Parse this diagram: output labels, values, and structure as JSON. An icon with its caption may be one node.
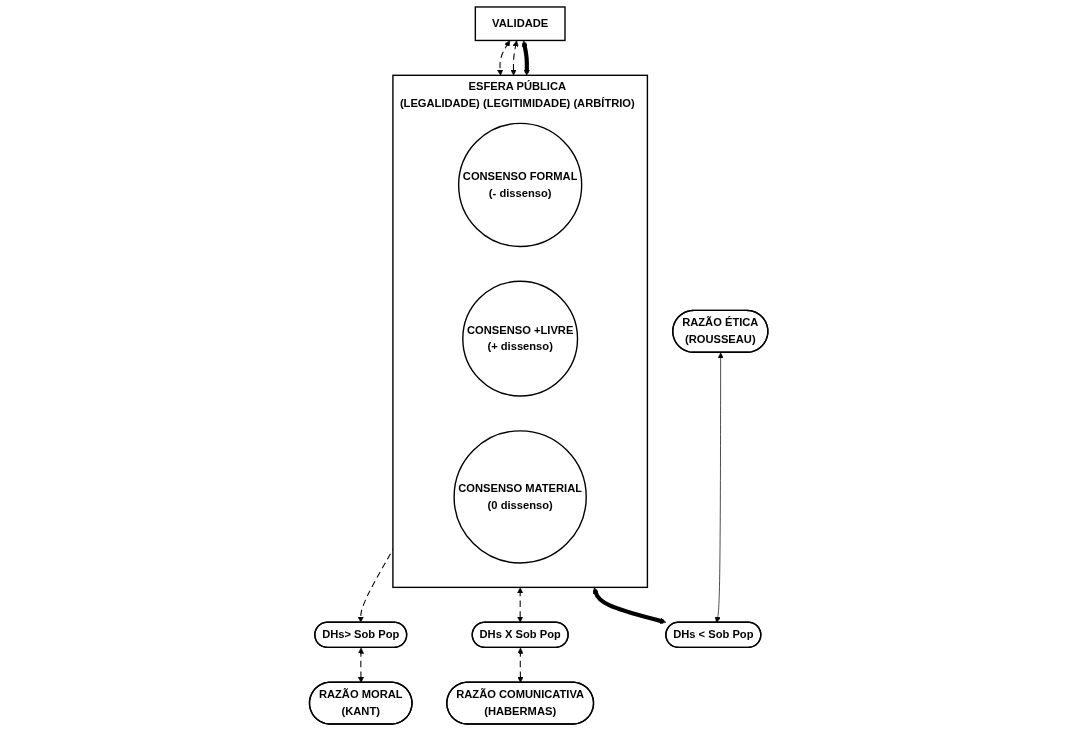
{
  "diagram": {
    "nodes": [
      {
        "text": [
          "VALIDADE"
        ]
      },
      {
        "text": [
          "ESFERA PÚBLICA",
          "(LEGALIDADE) (LEGITIMIDADE) (ARBÍTRIO)"
        ]
      },
      {
        "text": [
          "CONSENSO FORMAL",
          "(- dissenso)"
        ],
        "in": 1
      },
      {
        "text": [
          "CONSENSO +LIVRE",
          "(+ dissenso)"
        ],
        "in": 1
      },
      {
        "text": [
          "CONSENSO MATERIAL",
          "(0 dissenso)"
        ],
        "in": 1
      },
      {
        "text": [
          "DHs> Sob Pop"
        ]
      },
      {
        "text": [
          "DHs < Sob Pop"
        ]
      },
      {
        "text": [
          "DHs X Sob Pop"
        ]
      },
      {
        "text": [
          "RAZÃO MORAL",
          "(KANT)"
        ]
      },
      {
        "text": [
          "RAZÃO ÉTICA",
          "(ROUSSEAU)"
        ]
      },
      {
        "text": [
          "RAZÃO COMUNICATIVA",
          "(HABERMAS)"
        ]
      }
    ],
    "edges": [
      {
        "from": 0,
        "to": 1,
        "arrow": "both",
        "style": "dashed"
      },
      {
        "from": 0,
        "to": 1,
        "arrow": "both",
        "style": "dashed"
      },
      {
        "from": 0,
        "to": 1,
        "arrow": "both",
        "style": "thick"
      },
      {
        "from": 1,
        "to": 5,
        "arrow": "both",
        "style": "dashed"
      },
      {
        "from": 1,
        "to": 7,
        "arrow": "both",
        "style": "dashed"
      },
      {
        "from": 1,
        "to": 6,
        "arrow": "both",
        "style": "thick"
      },
      {
        "from": 5,
        "to": 8,
        "arrow": "both",
        "style": "dashed"
      },
      {
        "from": 7,
        "to": 10,
        "arrow": "both",
        "style": "dashed"
      },
      {
        "from": 9,
        "to": 6,
        "arrow": "both"
      }
    ]
  }
}
